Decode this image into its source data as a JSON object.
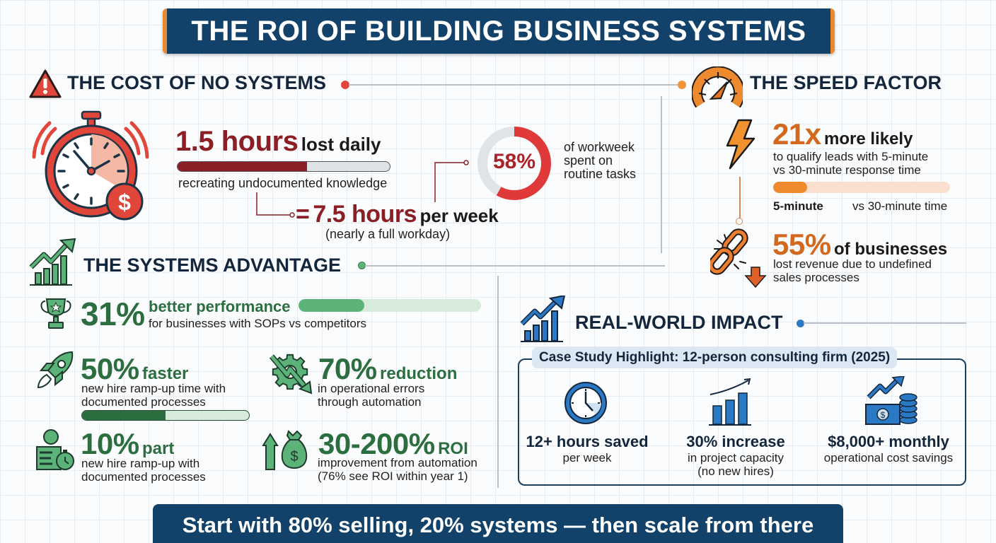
{
  "title": "THE ROI OF BUILDING BUSINESS SYSTEMS",
  "colors": {
    "navy": "#12426a",
    "accent_orange": "#e98a2e",
    "cost_red": "#8b1f25",
    "alert_red": "#e0473a",
    "green": "#2c6e3f",
    "light_green": "#5cb37a",
    "orange": "#d2691e",
    "blue": "#2b78c4"
  },
  "cost": {
    "heading": "THE COST OF NO SYSTEMS",
    "icon": "warning-triangle-icon",
    "stopwatch_icon": "stopwatch-dollar-icon",
    "daily_value": "1.5 hours",
    "daily_label": "lost daily",
    "daily_bar_percent": 58,
    "daily_desc": "recreating undocumented knowledge",
    "weekly_prefix": "=",
    "weekly_value": "7.5 hours",
    "weekly_label": "per week",
    "weekly_note": "(nearly a full workday)",
    "donut_value": "58%",
    "donut_percent": 58,
    "donut_desc_1": "of workweek",
    "donut_desc_2": "spent on",
    "donut_desc_3": "routine tasks"
  },
  "speed": {
    "heading": "THE SPEED FACTOR",
    "icon": "speedometer-icon",
    "stat1_value": "21x",
    "stat1_label": "more likely",
    "stat1_desc_1": "to qualify leads with 5-minute",
    "stat1_desc_2": "vs 30-minute response time",
    "bar_percent": 19,
    "bar_left_label": "5-minute",
    "bar_right_label": "vs 30-minute time",
    "stat2_value": "55%",
    "stat2_label": "of businesses",
    "stat2_desc_1": "lost revenue due to undefined",
    "stat2_desc_2": "sales processes"
  },
  "advantage": {
    "heading": "THE SYSTEMS ADVANTAGE",
    "icon": "growth-chart-icon",
    "items": [
      {
        "value": "31%",
        "label": "better performance",
        "desc_1": "for businesses with SOPs vs competitors",
        "bar_percent": 35,
        "icon": "trophy-icon"
      },
      {
        "value": "50%",
        "label": "faster",
        "desc_1": "new hire ramp-up time with",
        "desc_2": "documented processes",
        "bar_percent": 50,
        "icon": "rocket-icon"
      },
      {
        "value": "70%",
        "label": "reduction",
        "desc_1": "in operational errors",
        "desc_2": "through automation",
        "icon": "gear-down-arrow-icon"
      },
      {
        "value": "10%",
        "label": "part",
        "desc_1": "new hire ramp-up with",
        "desc_2": "documented processes",
        "icon": "person-document-timer-icon"
      },
      {
        "value": "30-200%",
        "label": "ROI",
        "desc_1": "improvement from automation",
        "desc_2": "(76% see ROI within year 1)",
        "icon": "money-bag-up-icon"
      }
    ]
  },
  "impact": {
    "heading": "REAL-WORLD IMPACT",
    "icon": "growth-chart-icon",
    "case_label": "Case Study Highlight: 12-person consulting firm (2025)",
    "items": [
      {
        "headline": "12+ hours saved",
        "sub_1": "per week",
        "sub_2": "",
        "icon": "clock-icon"
      },
      {
        "headline": "30% increase",
        "sub_1": "in project capacity",
        "sub_2": "(no new hires)",
        "icon": "bar-chart-up-icon"
      },
      {
        "headline": "$8,000+ monthly",
        "sub_1": "operational cost savings",
        "sub_2": "",
        "icon": "cash-coins-up-icon"
      }
    ]
  },
  "footer": "Start with 80% selling, 20% systems — then scale from there"
}
